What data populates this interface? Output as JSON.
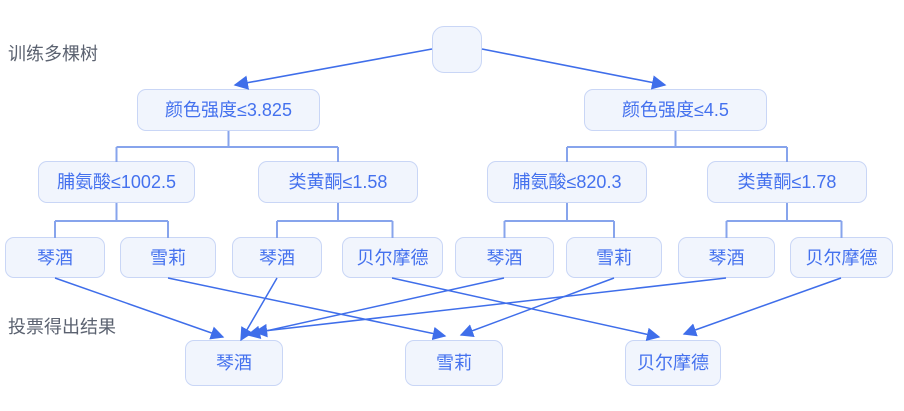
{
  "labels": {
    "train": "训练多棵树",
    "vote": "投票得出结果"
  },
  "root_node": {
    "label": ""
  },
  "trees": [
    {
      "root": "颜色强度≤3.825",
      "children": [
        {
          "label": "脯氨酸≤1002.5",
          "leaves": [
            "琴酒",
            "雪莉"
          ]
        },
        {
          "label": "类黄酮≤1.58",
          "leaves": [
            "琴酒",
            "贝尔摩德"
          ]
        }
      ]
    },
    {
      "root": "颜色强度≤4.5",
      "children": [
        {
          "label": "脯氨酸≤820.3",
          "leaves": [
            "琴酒",
            "雪莉"
          ]
        },
        {
          "label": "类黄酮≤1.78",
          "leaves": [
            "琴酒",
            "贝尔摩德"
          ]
        }
      ]
    }
  ],
  "results": [
    "琴酒",
    "雪莉",
    "贝尔摩德"
  ],
  "colors": {
    "node_fill": "#f1f5fd",
    "node_border": "#c9d6f6",
    "node_text": "#4471ee",
    "arrow_line": "#3f6eea",
    "tree_line": "#87a4ec",
    "label_text": "#5b6270"
  }
}
